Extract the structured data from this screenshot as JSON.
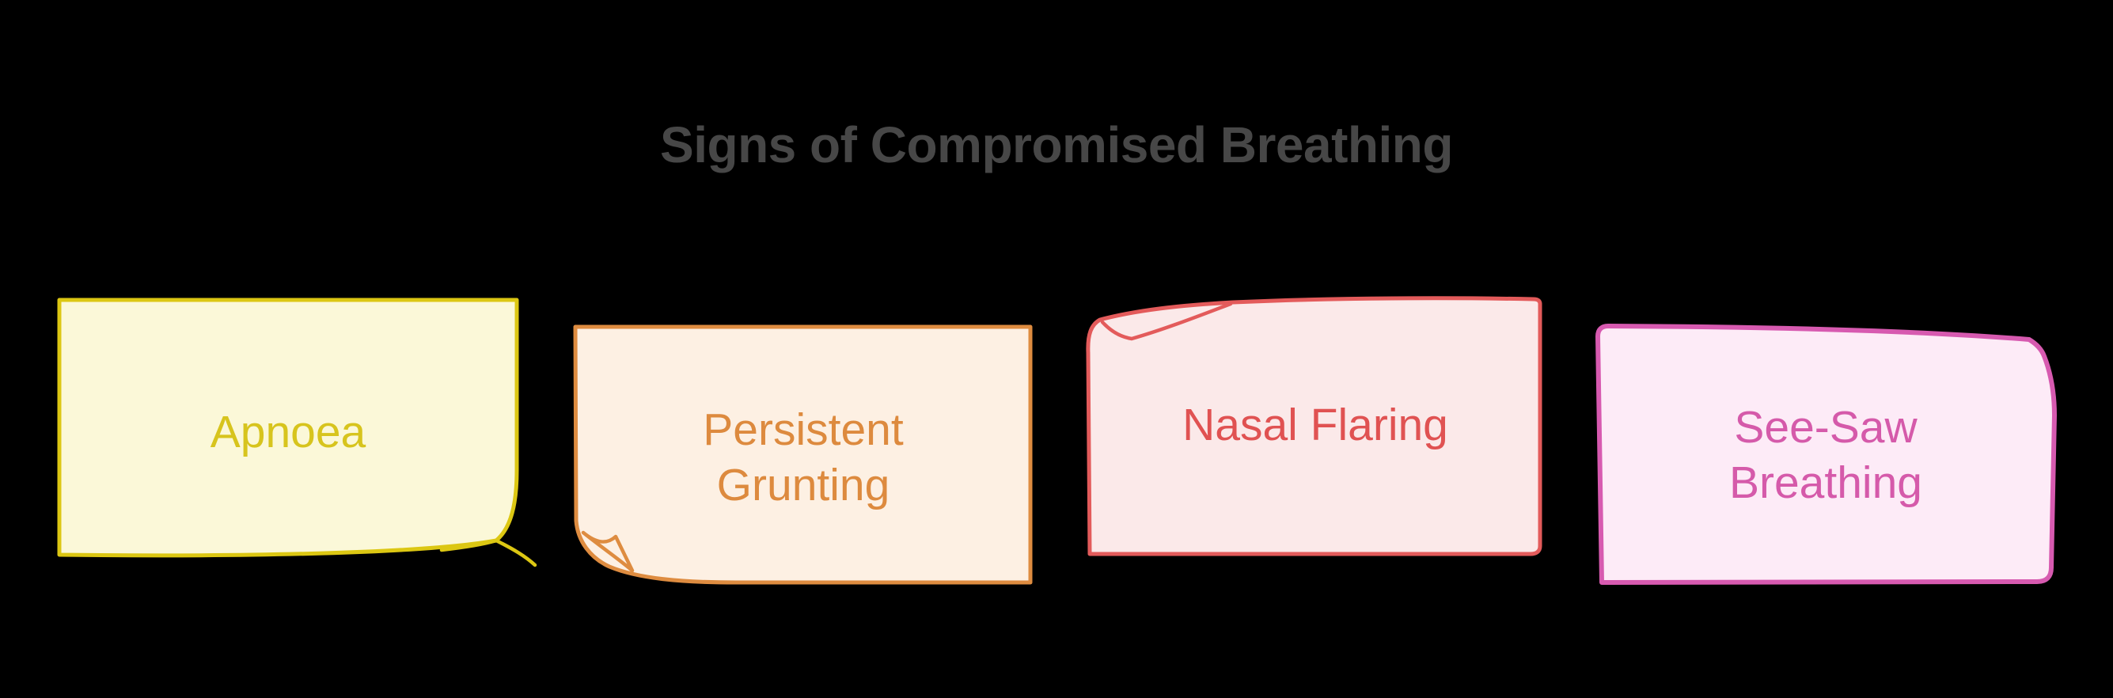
{
  "title": "Signs of Compromised Breathing",
  "title_color": "#474747",
  "background_color": "#000000",
  "cards": [
    {
      "id": "apnoea",
      "label": "Apnoea",
      "border": "#dcc713",
      "fill": "#fbf8d8",
      "text_color": "#d7c41d",
      "corner_fold": "bottom-right-curl"
    },
    {
      "id": "persistent-grunting",
      "label": "Persistent\nGrunting",
      "border": "#de8c40",
      "fill": "#fdf0e3",
      "text_color": "#dd8a3e",
      "corner_fold": "bottom-left-fold"
    },
    {
      "id": "nasal-flaring",
      "label": "Nasal Flaring",
      "border": "#e35b5b",
      "fill": "#fbe9e9",
      "text_color": "#e05252",
      "corner_fold": "top-left-curl"
    },
    {
      "id": "see-saw-breathing",
      "label": "See-Saw\nBreathing",
      "border": "#d75ab0",
      "fill": "#fdebf7",
      "text_color": "#d55aaa",
      "corner_fold": "top-right-curl"
    }
  ]
}
